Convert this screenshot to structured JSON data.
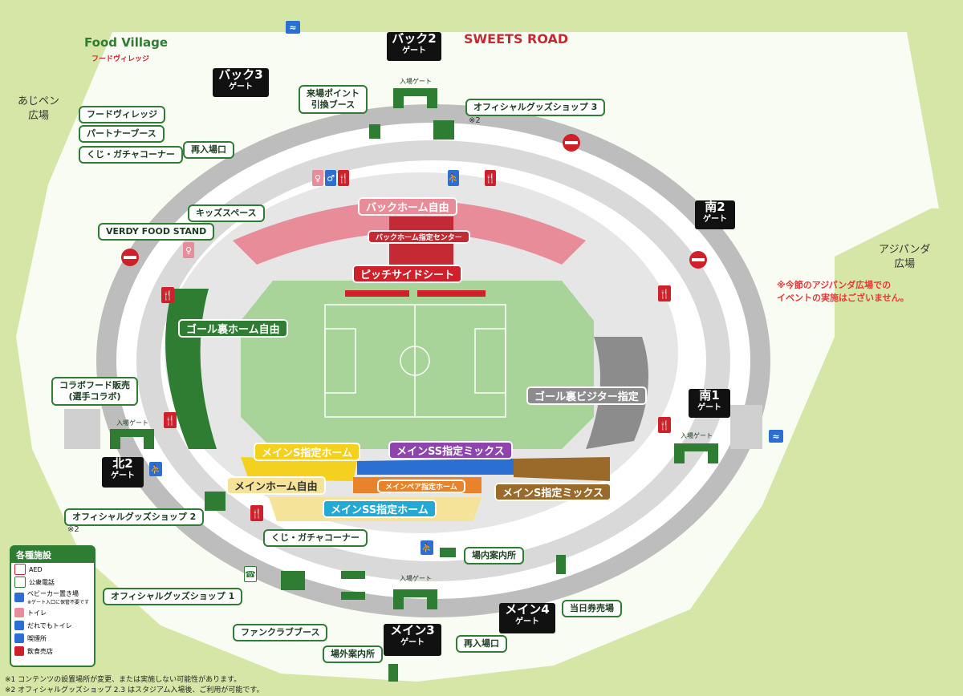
{
  "logos": {
    "food_village": "Food Village",
    "food_village_sub": "フードヴィレッジ",
    "sweets_road": "SWEETS ROAD"
  },
  "areas": {
    "ajipen": "あじペン\n広場",
    "ajipanda": "アジパンダ\n広場"
  },
  "notices": {
    "ajipanda_event": "※今節のアジパンダ広場での\nイベントの実施はございません。",
    "footnote1": "※1 コンテンツの設置場所が変更、または実施しない可能性があります。",
    "footnote2": "※2 オフィシャルグッズショップ 2.3 はスタジアム入場後、ご利用が可能です。",
    "mark_note": "※2"
  },
  "gates": {
    "back2": {
      "name": "バック2",
      "sub": "ゲート"
    },
    "back3": {
      "name": "バック3",
      "sub": "ゲート"
    },
    "south2": {
      "name": "南2",
      "sub": "ゲート"
    },
    "south1": {
      "name": "南1",
      "sub": "ゲート"
    },
    "north2": {
      "name": "北2",
      "sub": "ゲート"
    },
    "main3": {
      "name": "メイン3",
      "sub": "ゲート"
    },
    "main4": {
      "name": "メイン4",
      "sub": "ゲート"
    },
    "entry_gate": "入場ゲート"
  },
  "facilities": {
    "food_village": "フードヴィレッジ",
    "partner_booth": "パートナーブース",
    "kuji_gacha_north": "くじ・ガチャコーナー",
    "reentry_north": "再入場口",
    "points": "来場ポイント\n引換ブース",
    "shop3": "オフィシャルグッズショップ 3",
    "kids_space": "キッズスペース",
    "verdy_food": "VERDY FOOD STAND",
    "collab_food": "コラボフード販売\n(選手コラボ)",
    "shop2": "オフィシャルグッズショップ 2",
    "kuji_gacha_main": "くじ・ガチャコーナー",
    "info_center": "場内案内所",
    "shop1": "オフィシャルグッズショップ 1",
    "fanclub": "ファンクラブブース",
    "outside_info": "場外案内所",
    "reentry_main": "再入場口",
    "same_day_tickets": "当日券売場"
  },
  "seats": {
    "back_home_free": "バックホーム自由",
    "back_home_reserved_center": "バックホーム指定センター",
    "pitch_side": "ピッチサイドシート",
    "goal_home_free": "ゴール裏ホーム自由",
    "goal_visitor_reserved": "ゴール裏ビジター指定",
    "main_s_home": "メインS指定ホーム",
    "main_ss_mix": "メインSS指定ミックス",
    "main_home_free": "メインホーム自由",
    "main_pair_home": "メインペア指定ホーム",
    "main_s_mix": "メインS指定ミックス",
    "main_ss_home": "メインSS指定ホーム"
  },
  "legend": {
    "title": "各種施設",
    "items": [
      "AED",
      "公衆電話",
      "ベビーカー置き場",
      "トイレ",
      "だれでもトイレ",
      "喫煙所",
      "飲食売店"
    ],
    "stroller_note": "※ゲート入口に保管不要です"
  },
  "colors": {
    "grass": "#d6e6a6",
    "concourse": "#cfcfcf",
    "pitch": "#a8d49a",
    "home_green": "#2e7d32",
    "pink": "#e98c9a",
    "red": "#d0202a",
    "gray": "#8c8c8c",
    "yellow": "#f3d11e",
    "purple": "#8e44ad",
    "brown": "#9a6a2b",
    "orange": "#e8832b",
    "cyan": "#23a9d6",
    "blue": "#2a6fd1"
  }
}
